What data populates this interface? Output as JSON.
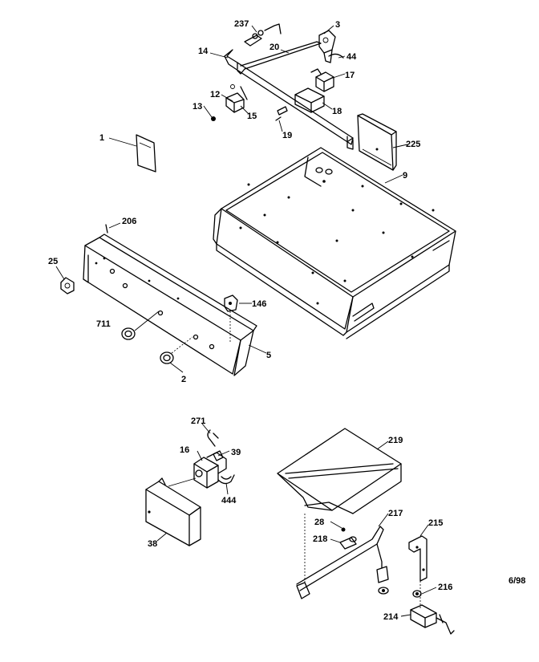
{
  "labels": {
    "l237": "237",
    "l3": "3",
    "l20": "20",
    "l14": "14",
    "l44": "44",
    "l17": "17",
    "l12": "12",
    "l13": "13",
    "l15": "15",
    "l18": "18",
    "l19": "19",
    "l1": "1",
    "l225": "225",
    "l9": "9",
    "l206": "206",
    "l25": "25",
    "l146": "146",
    "l711": "711",
    "l5": "5",
    "l2": "2",
    "l271": "271",
    "l16": "16",
    "l39": "39",
    "l444": "444",
    "l38": "38",
    "l219": "219",
    "l28": "28",
    "l217": "217",
    "l218": "218",
    "l215": "215",
    "l216": "216",
    "l214": "214"
  },
  "date_stamp": "6/98"
}
